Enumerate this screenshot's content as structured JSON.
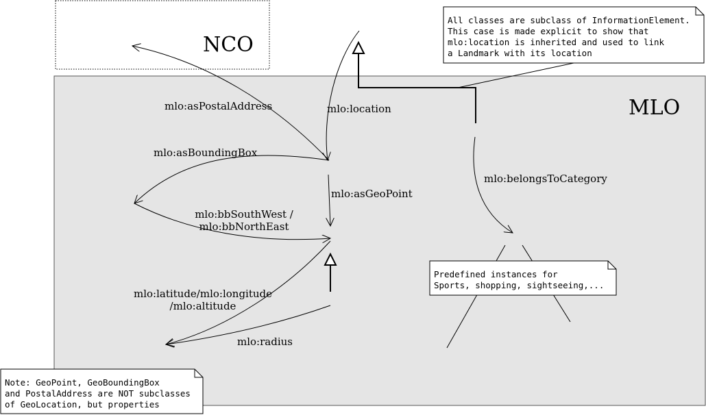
{
  "packages": {
    "nco": {
      "name": "NCO"
    },
    "mlo": {
      "name": "MLO"
    }
  },
  "edges": {
    "as_postal_address": "mlo:asPostalAddress",
    "location": "mlo:location",
    "as_bounding_box": "mlo:asBoundingBox",
    "as_geo_point": "mlo:asGeoPoint",
    "bb_corners": [
      "mlo:bbSouthWest /",
      "mlo:bbNorthEast"
    ],
    "belongs_to_category": "mlo:belongsToCategory",
    "lat_long_alt": [
      "mlo:latitude/mlo:longitude",
      "/mlo:altitude"
    ],
    "radius": "mlo:radius"
  },
  "notes": {
    "information_element": [
      "All classes are subclass of InformationElement.",
      "This case is made explicit to show that",
      "mlo:location is inherited and used to link",
      "a Landmark with its location"
    ],
    "predefined_instances": [
      "Predefined instances for",
      "Sports, shopping, sightseeing,..."
    ],
    "geopoint_note": [
      "Note: GeoPoint, GeoBoundingBox",
      "and PostalAddress are NOT subclasses",
      "of GeoLocation, but properties"
    ]
  }
}
